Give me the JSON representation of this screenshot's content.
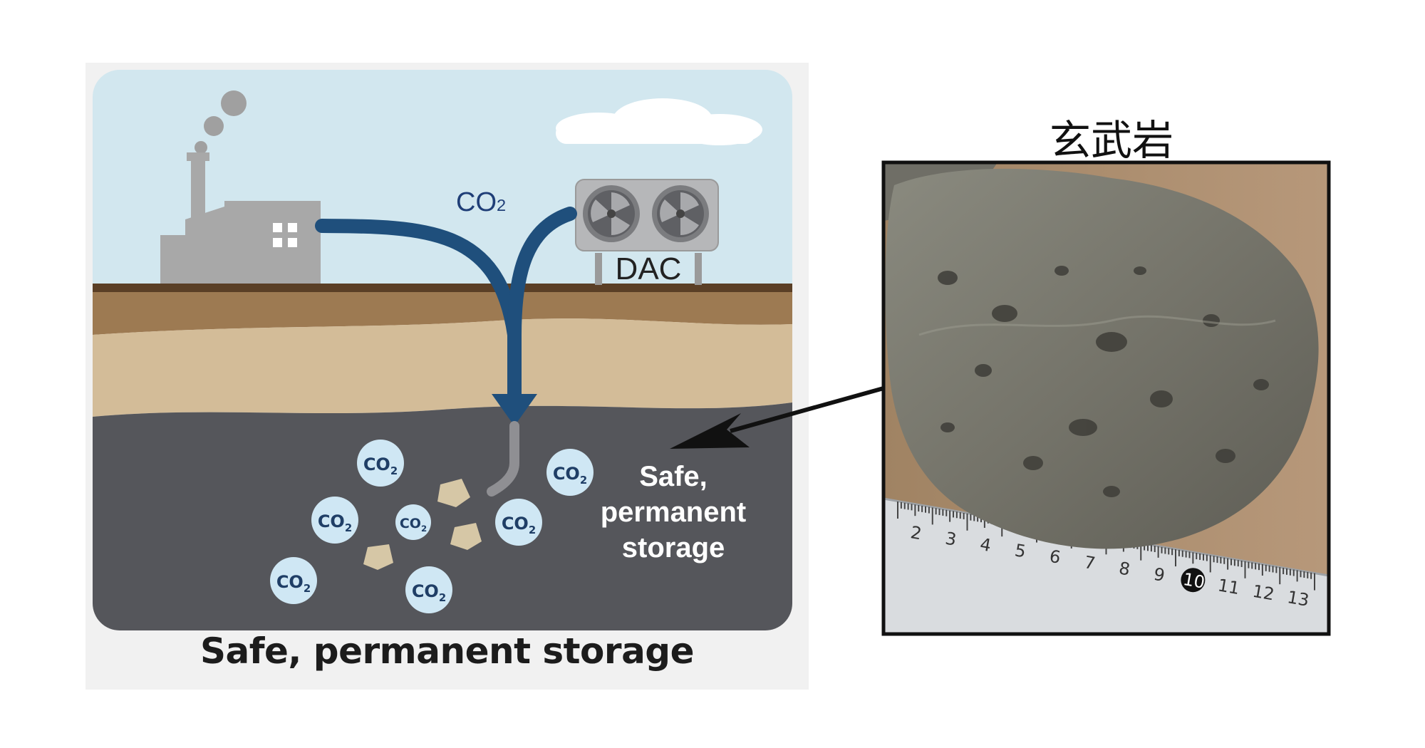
{
  "diagram": {
    "air_label_main": "CO",
    "air_label_sub": "2",
    "dac_label": "DAC",
    "storage_label_lines": [
      "Safe,",
      "permanent",
      "storage"
    ],
    "caption": "Safe, permanent storage",
    "co2_bubble_main": "CO",
    "co2_bubble_sub": "2"
  },
  "photo": {
    "title": "玄武岩",
    "ruler_numbers": [
      "2",
      "3",
      "4",
      "5",
      "6",
      "7",
      "8",
      "9",
      "10",
      "11",
      "12",
      "13"
    ]
  },
  "colors": {
    "sky": "#d2e7ef",
    "pipe": "#1f4f7c",
    "ground_dark": "#55565b",
    "soil_mid": "#d3bc98",
    "soil_brown": "#9d7a52",
    "factory_gray": "#a8a8a8"
  }
}
